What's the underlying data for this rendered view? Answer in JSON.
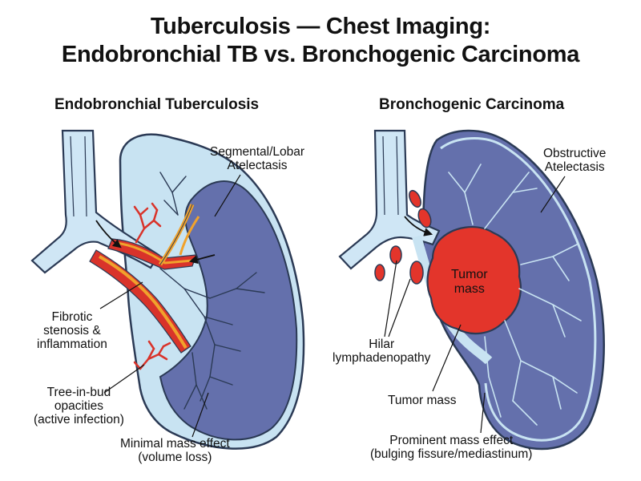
{
  "title": {
    "line1": "Tuberculosis — Chest Imaging:",
    "line2": "Endobronchial TB vs. Bronchogenic Carcinoma"
  },
  "panels": {
    "left": {
      "title": "Endobronchial Tuberculosis",
      "labels": {
        "atelectasis": [
          "Segmental/Lobar",
          "Atelectasis"
        ],
        "fibrotic": [
          "Fibrotic",
          "stenosis &",
          "inflammation"
        ],
        "tree_in_bud": [
          "Tree-in-bud",
          "opacities",
          "(active infection)"
        ],
        "mass_effect": [
          "Minimal mass effect",
          "(volume loss)"
        ]
      }
    },
    "right": {
      "title": "Bronchogenic Carcinoma",
      "labels": {
        "atelectasis": [
          "Obstructive",
          "Atelectasis"
        ],
        "tumor_inside": [
          "Tumor",
          "mass"
        ],
        "lymph": [
          "Hilar",
          "lymphadenopathy"
        ],
        "tumor_mass": "Tumor mass",
        "mass_effect": [
          "Prominent mass effect",
          "(bulging fissure/mediastinum)"
        ]
      }
    }
  },
  "colors": {
    "lung_light": "#c8e3f2",
    "collapsed_lobe": "#6470ac",
    "airway": "#cfe6f5",
    "outline": "#2b3a55",
    "inflammation_red": "#d9332a",
    "inflammation_orange": "#f0a22c",
    "tumor": "#e3352b"
  }
}
